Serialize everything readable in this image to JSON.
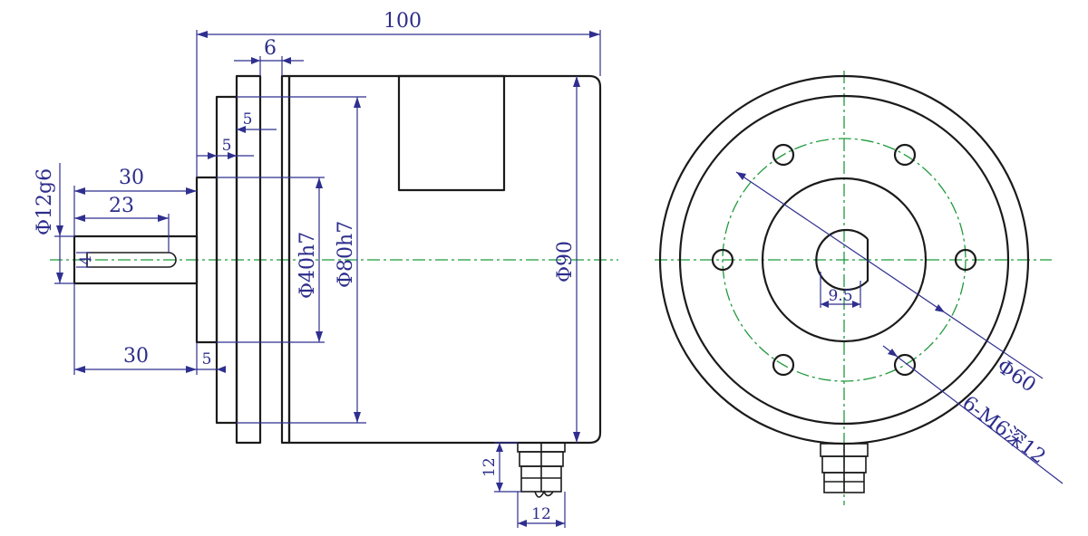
{
  "colors": {
    "object_line": "#1b1b1b",
    "dimension_line": "#2f2f8f",
    "dimension_text": "#2d2d8c",
    "center_line": "#1f9a3c",
    "background": "#ffffff"
  },
  "side_view": {
    "dims": {
      "overall_length": "100",
      "flange_thickness": "6",
      "step_a": "5",
      "step_b": "5",
      "step_c": "5",
      "shaft_total": "30",
      "key_length": "23",
      "shaft_dia": "Φ12g6",
      "key_width": "4",
      "shaft_bottom": "30",
      "pilot_dia": "Φ40h7",
      "flange_dia": "Φ80h7",
      "body_dia": "Φ90",
      "gland_height": "12",
      "gland_width": "12"
    }
  },
  "front_view": {
    "dims": {
      "key_depth": "9.5",
      "bolt_circle": "Φ60",
      "tapped_holes": "6-M6深12"
    }
  }
}
